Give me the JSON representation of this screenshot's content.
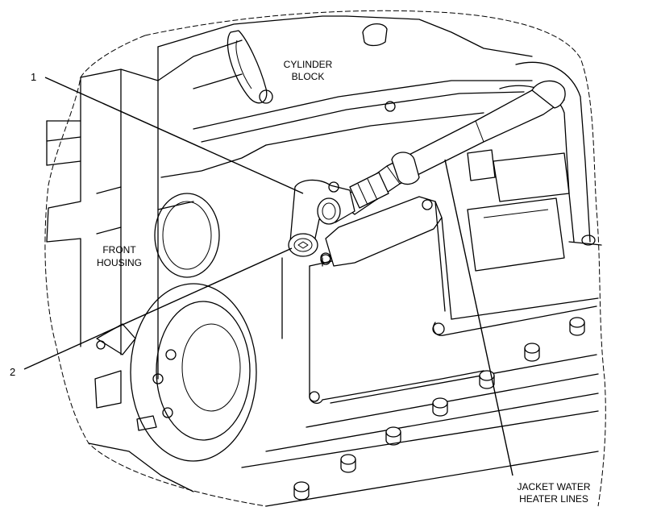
{
  "labels": {
    "cylinder_block": [
      "CYLINDER",
      "BLOCK"
    ],
    "front_housing": [
      "FRONT",
      "HOUSING"
    ],
    "jacket_water_heater_lines": [
      "JACKET WATER",
      "HEATER LINES"
    ]
  },
  "callouts": {
    "item_1": "1",
    "item_2": "2"
  }
}
